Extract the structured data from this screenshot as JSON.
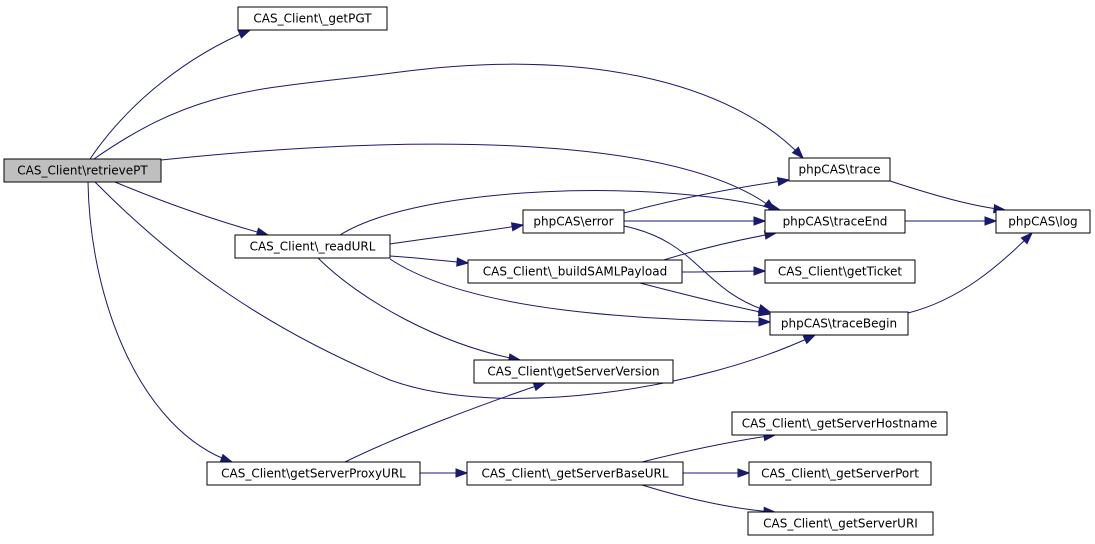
{
  "diagram": {
    "colors": {
      "edge": "#191970",
      "node_fill": "#ffffff",
      "root_fill": "#bfbfbf",
      "border": "#000000"
    },
    "nodes": [
      {
        "id": "retrievePT",
        "label": "CAS_Client\\retrievePT",
        "root": true
      },
      {
        "id": "getPGT",
        "label": "CAS_Client\\_getPGT"
      },
      {
        "id": "readURL",
        "label": "CAS_Client\\_readURL"
      },
      {
        "id": "getServerProxyURL",
        "label": "CAS_Client\\getServerProxyURL"
      },
      {
        "id": "error",
        "label": "phpCAS\\error"
      },
      {
        "id": "buildSAMLPayload",
        "label": "CAS_Client\\_buildSAMLPayload"
      },
      {
        "id": "getServerVersion",
        "label": "CAS_Client\\getServerVersion"
      },
      {
        "id": "getServerBaseURL",
        "label": "CAS_Client\\_getServerBaseURL"
      },
      {
        "id": "trace",
        "label": "phpCAS\\trace"
      },
      {
        "id": "traceEnd",
        "label": "phpCAS\\traceEnd"
      },
      {
        "id": "getTicket",
        "label": "CAS_Client\\getTicket"
      },
      {
        "id": "traceBegin",
        "label": "phpCAS\\traceBegin"
      },
      {
        "id": "getServerHostname",
        "label": "CAS_Client\\_getServerHostname"
      },
      {
        "id": "getServerPort",
        "label": "CAS_Client\\_getServerPort"
      },
      {
        "id": "getServerURI",
        "label": "CAS_Client\\_getServerURI"
      },
      {
        "id": "log",
        "label": "phpCAS\\log"
      }
    ],
    "edges": [
      {
        "from": "retrievePT",
        "to": "getPGT"
      },
      {
        "from": "retrievePT",
        "to": "trace"
      },
      {
        "from": "retrievePT",
        "to": "traceEnd"
      },
      {
        "from": "retrievePT",
        "to": "readURL"
      },
      {
        "from": "retrievePT",
        "to": "traceBegin"
      },
      {
        "from": "retrievePT",
        "to": "getServerProxyURL"
      },
      {
        "from": "readURL",
        "to": "traceEnd"
      },
      {
        "from": "readURL",
        "to": "error"
      },
      {
        "from": "readURL",
        "to": "buildSAMLPayload"
      },
      {
        "from": "readURL",
        "to": "traceBegin"
      },
      {
        "from": "readURL",
        "to": "getServerVersion"
      },
      {
        "from": "error",
        "to": "trace"
      },
      {
        "from": "error",
        "to": "traceEnd"
      },
      {
        "from": "error",
        "to": "traceBegin"
      },
      {
        "from": "buildSAMLPayload",
        "to": "traceEnd"
      },
      {
        "from": "buildSAMLPayload",
        "to": "getTicket"
      },
      {
        "from": "buildSAMLPayload",
        "to": "traceBegin"
      },
      {
        "from": "trace",
        "to": "log"
      },
      {
        "from": "traceEnd",
        "to": "log"
      },
      {
        "from": "traceBegin",
        "to": "log"
      },
      {
        "from": "getServerProxyURL",
        "to": "getServerVersion"
      },
      {
        "from": "getServerProxyURL",
        "to": "getServerBaseURL"
      },
      {
        "from": "getServerBaseURL",
        "to": "getServerHostname"
      },
      {
        "from": "getServerBaseURL",
        "to": "getServerPort"
      },
      {
        "from": "getServerBaseURL",
        "to": "getServerURI"
      }
    ]
  }
}
